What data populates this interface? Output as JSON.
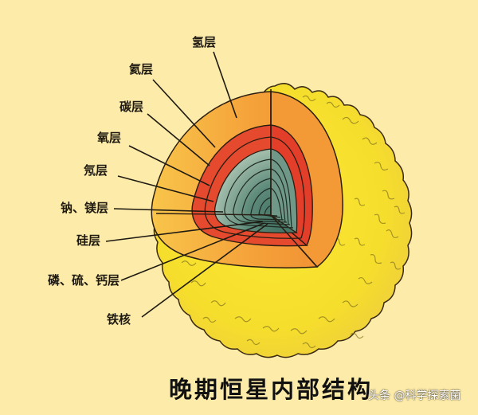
{
  "diagram": {
    "title": "晚期恒星内部结构",
    "watermark": "头条 @科学探索菌",
    "colors": {
      "background": "#FDEBA9",
      "outer_envelope": "#F7E12A",
      "hydrogen_layer": "#F6A93A",
      "red_layers": "#E8432F",
      "inner_core_layers": "#5F8C7C",
      "outline": "#2a1d12"
    },
    "labels": [
      {
        "id": "hydrogen",
        "text": "氢层"
      },
      {
        "id": "helium",
        "text": "氦层"
      },
      {
        "id": "carbon",
        "text": "碳层"
      },
      {
        "id": "oxygen",
        "text": "氧层"
      },
      {
        "id": "neon",
        "text": "氖层"
      },
      {
        "id": "sodium_magnesium",
        "text": "钠、镁层"
      },
      {
        "id": "silicon",
        "text": "硅层"
      },
      {
        "id": "phosphorus_sulfur_calcium",
        "text": "磷、硫、钙层"
      },
      {
        "id": "iron_core",
        "text": "铁核"
      }
    ]
  }
}
